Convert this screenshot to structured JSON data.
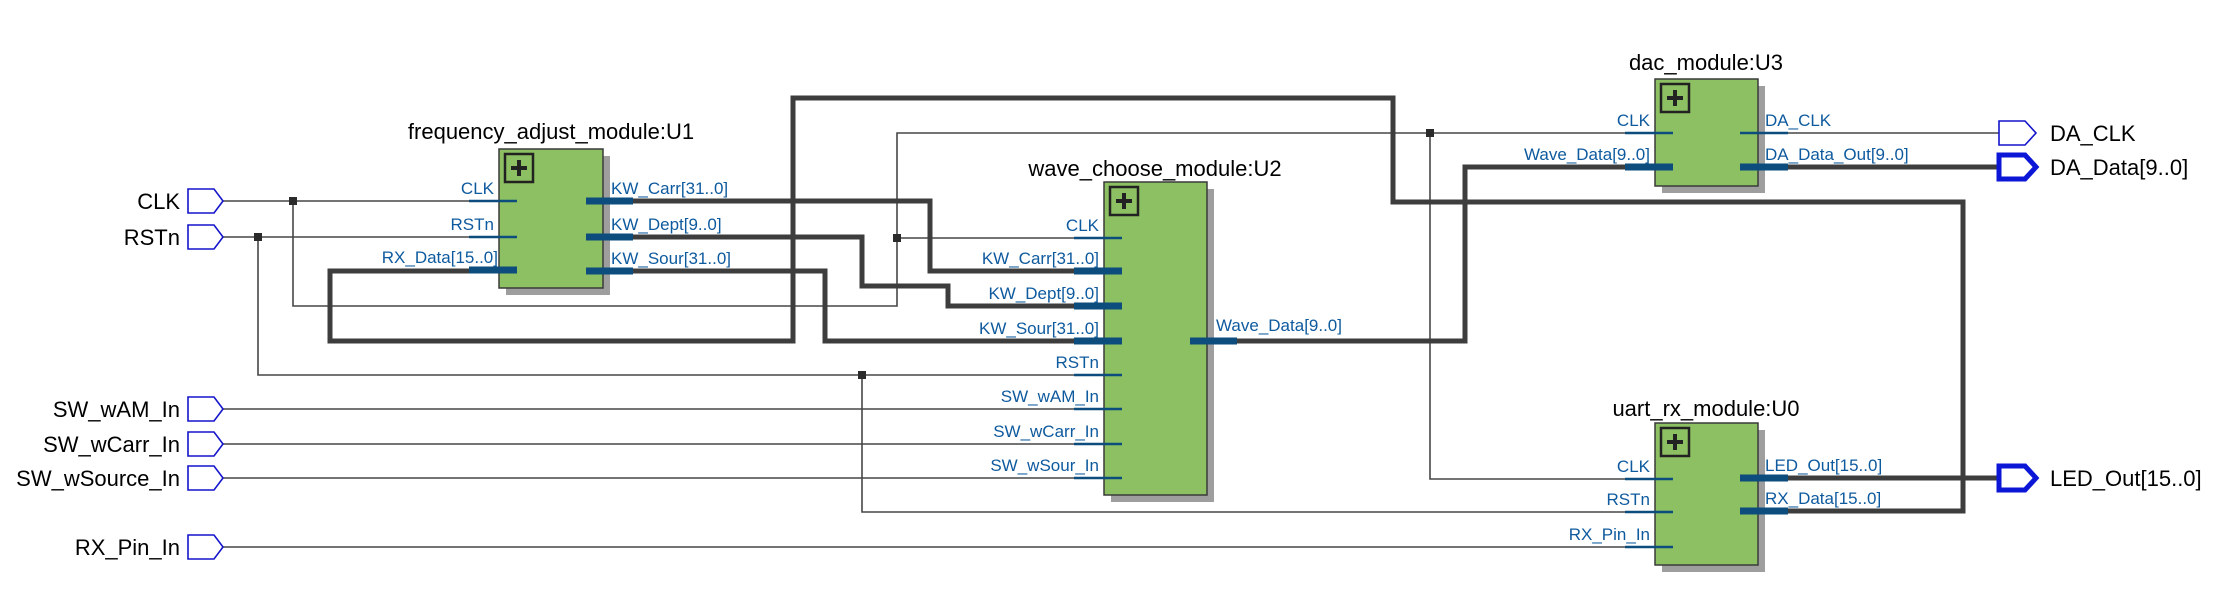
{
  "colors": {
    "module_fill": "#8dc063",
    "module_border": "#3a3a3a",
    "module_shadow": "#9e9e9e",
    "pin_stub": "#0d4d7d",
    "pin_label": "#0e5a9e",
    "wire": "#3d3d3d",
    "port_outline": "#1414cc",
    "text": "#000000"
  },
  "modules": {
    "u1": {
      "title": "frequency_adjust_module:U1",
      "inputs": [
        "CLK",
        "RSTn",
        "RX_Data[15..0]"
      ],
      "outputs": [
        "KW_Carr[31..0]",
        "KW_Dept[9..0]",
        "KW_Sour[31..0]"
      ]
    },
    "u2": {
      "title": "wave_choose_module:U2",
      "inputs": [
        "CLK",
        "KW_Carr[31..0]",
        "KW_Dept[9..0]",
        "KW_Sour[31..0]",
        "RSTn",
        "SW_wAM_In",
        "SW_wCarr_In",
        "SW_wSour_In"
      ],
      "outputs": [
        "Wave_Data[9..0]"
      ]
    },
    "u3": {
      "title": "dac_module:U3",
      "inputs": [
        "CLK",
        "Wave_Data[9..0]"
      ],
      "outputs": [
        "DA_CLK",
        "DA_Data_Out[9..0]"
      ]
    },
    "u0": {
      "title": "uart_rx_module:U0",
      "inputs": [
        "CLK",
        "RSTn",
        "RX_Pin_In"
      ],
      "outputs": [
        "LED_Out[15..0]",
        "RX_Data[15..0]"
      ]
    }
  },
  "ports": {
    "inputs": [
      "CLK",
      "RSTn",
      "SW_wAM_In",
      "SW_wCarr_In",
      "SW_wSource_In",
      "RX_Pin_In"
    ],
    "outputs": [
      "DA_CLK",
      "DA_Data[9..0]",
      "LED_Out[15..0]"
    ]
  }
}
